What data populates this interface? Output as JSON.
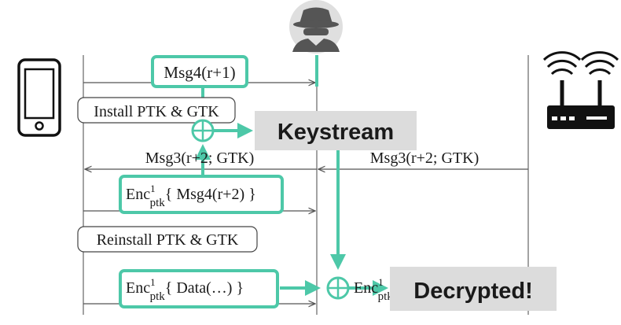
{
  "colors": {
    "accent": "#4dc8a8",
    "line": "#555555",
    "highlight_bg": "#dcdcdc",
    "text": "#1a1a1a"
  },
  "icons": {
    "phone": "phone-icon",
    "attacker": "attacker-spy-icon",
    "router": "wifi-router-icon"
  },
  "labels": {
    "msg4_top": "Msg4(r+1)",
    "install": "Install PTK & GTK",
    "keystream": "Keystream",
    "msg3_left": "Msg3(r+2; GTK)",
    "msg3_right": "Msg3(r+2; GTK)",
    "enc_base": "Enc",
    "enc_sup": "1",
    "enc_sub": "ptk",
    "enc_msg4_body": "{ Msg4(r+2) }",
    "reinstall": "Reinstall PTK & GTK",
    "enc_data_body": "{ Data(…) }",
    "enc_partial": "Enc",
    "enc_partial_sup": "1",
    "enc_partial_sub": "ptk",
    "decrypted": "Decrypted!"
  }
}
